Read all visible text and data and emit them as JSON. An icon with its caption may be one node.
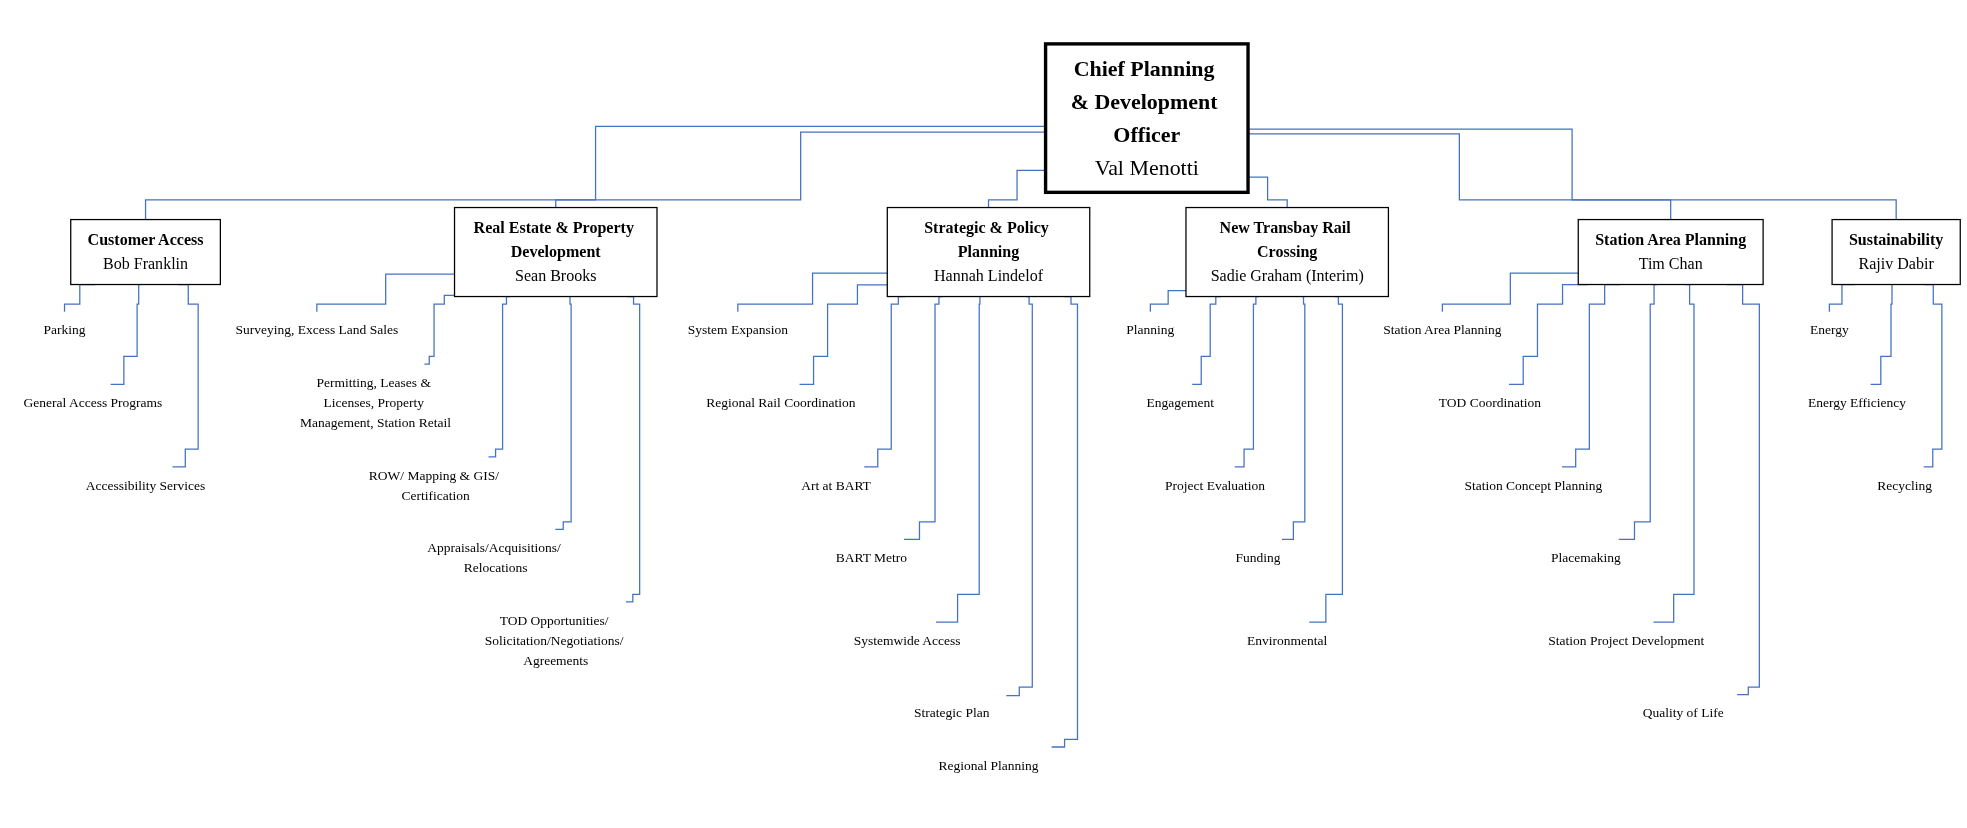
{
  "diagram": {
    "nodes": [
      {
        "text": [
          "Chief Planning & Development Officer",
          "Val Menotti"
        ]
      },
      {
        "text": [
          "Customer Access",
          "Bob Franklin"
        ]
      },
      {
        "text": [
          "Parking"
        ]
      },
      {
        "text": [
          "General Access Programs"
        ]
      },
      {
        "text": [
          "Accessibility Services"
        ]
      },
      {
        "text": [
          "Real Estate & Property Development",
          "Sean Brooks"
        ]
      },
      {
        "text": [
          "Surveying, Excess Land Sales"
        ]
      },
      {
        "text": [
          "Permitting, Leases & Licenses, Property Management, Station Retail"
        ]
      },
      {
        "text": [
          "ROW/ Mapping & GIS/ Certification"
        ]
      },
      {
        "text": [
          "Appraisals/Acquisitions/ Relocations"
        ]
      },
      {
        "text": [
          "TOD Opportunities/ Solicitation/Negotiations/ Agreements"
        ]
      },
      {
        "text": [
          "Strategic & Policy Planning",
          "Hannah Lindelof"
        ]
      },
      {
        "text": [
          "System Expansion"
        ]
      },
      {
        "text": [
          "Regional Rail Coordination"
        ]
      },
      {
        "text": [
          "Art at BART"
        ]
      },
      {
        "text": [
          "BART Metro"
        ]
      },
      {
        "text": [
          "Systemwide Access"
        ]
      },
      {
        "text": [
          "Strategic Plan"
        ]
      },
      {
        "text": [
          "Regional Planning"
        ]
      },
      {
        "text": [
          "New Transbay Rail Crossing",
          "Sadie Graham (Interim)"
        ]
      },
      {
        "text": [
          "Planning"
        ]
      },
      {
        "text": [
          "Engagement"
        ]
      },
      {
        "text": [
          "Project Evaluation"
        ]
      },
      {
        "text": [
          "Funding"
        ]
      },
      {
        "text": [
          "Environmental"
        ]
      },
      {
        "text": [
          "Station Area Planning",
          "Tim Chan"
        ]
      },
      {
        "text": [
          "Station Area Planning"
        ]
      },
      {
        "text": [
          "TOD Coordination"
        ]
      },
      {
        "text": [
          "Station Concept Planning"
        ]
      },
      {
        "text": [
          "Placemaking"
        ]
      },
      {
        "text": [
          "Station Project Development"
        ]
      },
      {
        "text": [
          "Quality of Life"
        ]
      },
      {
        "text": [
          "Sustainability",
          "Rajiv Dabir"
        ]
      },
      {
        "text": [
          "Energy"
        ]
      },
      {
        "text": [
          "Energy Efficiency"
        ]
      },
      {
        "text": [
          "Recycling"
        ]
      }
    ],
    "edges": [
      {
        "from": 0,
        "to": 1,
        "arrow": "none"
      },
      {
        "from": 0,
        "to": 5,
        "arrow": "none"
      },
      {
        "from": 0,
        "to": 11,
        "arrow": "none"
      },
      {
        "from": 0,
        "to": 19,
        "arrow": "none"
      },
      {
        "from": 0,
        "to": 25,
        "arrow": "none"
      },
      {
        "from": 0,
        "to": 32,
        "arrow": "none"
      },
      {
        "from": 1,
        "to": 2,
        "arrow": "none"
      },
      {
        "from": 1,
        "to": 3,
        "arrow": "none"
      },
      {
        "from": 1,
        "to": 4,
        "arrow": "none"
      },
      {
        "from": 5,
        "to": 6,
        "arrow": "none"
      },
      {
        "from": 5,
        "to": 7,
        "arrow": "none"
      },
      {
        "from": 5,
        "to": 8,
        "arrow": "none"
      },
      {
        "from": 5,
        "to": 9,
        "arrow": "none"
      },
      {
        "from": 5,
        "to": 10,
        "arrow": "none"
      },
      {
        "from": 11,
        "to": 12,
        "arrow": "none"
      },
      {
        "from": 11,
        "to": 13,
        "arrow": "none"
      },
      {
        "from": 11,
        "to": 14,
        "arrow": "none"
      },
      {
        "from": 11,
        "to": 15,
        "arrow": "none"
      },
      {
        "from": 11,
        "to": 16,
        "arrow": "none"
      },
      {
        "from": 11,
        "to": 17,
        "arrow": "none"
      },
      {
        "from": 11,
        "to": 18,
        "arrow": "none"
      },
      {
        "from": 19,
        "to": 20,
        "arrow": "none"
      },
      {
        "from": 19,
        "to": 21,
        "arrow": "none"
      },
      {
        "from": 19,
        "to": 22,
        "arrow": "none"
      },
      {
        "from": 19,
        "to": 23,
        "arrow": "none"
      },
      {
        "from": 19,
        "to": 24,
        "arrow": "none"
      },
      {
        "from": 25,
        "to": 26,
        "arrow": "none"
      },
      {
        "from": 25,
        "to": 27,
        "arrow": "none"
      },
      {
        "from": 25,
        "to": 28,
        "arrow": "none"
      },
      {
        "from": 25,
        "to": 29,
        "arrow": "none"
      },
      {
        "from": 25,
        "to": 30,
        "arrow": "none"
      },
      {
        "from": 25,
        "to": 31,
        "arrow": "none"
      },
      {
        "from": 32,
        "to": 33,
        "arrow": "none"
      },
      {
        "from": 32,
        "to": 34,
        "arrow": "none"
      },
      {
        "from": 32,
        "to": 35,
        "arrow": "none"
      }
    ]
  }
}
